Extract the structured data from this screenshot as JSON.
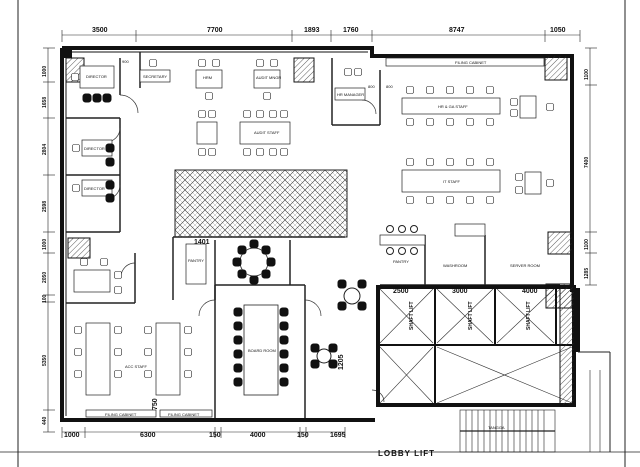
{
  "dimensions": {
    "top": [
      "3500",
      "7700",
      "1893",
      "1760",
      "8747",
      "1050"
    ],
    "top_small": [
      "900",
      "800",
      "800"
    ],
    "left": [
      "1000",
      "1658",
      "2804",
      "2598",
      "1000",
      "2050",
      "100",
      "5350",
      "440"
    ],
    "right": [
      "1100",
      "7400",
      "1100",
      "1285"
    ],
    "bottom": [
      "1000",
      "6300",
      "150",
      "4000",
      "150",
      "1695"
    ],
    "misc": [
      "1401",
      "2500",
      "3000",
      "4000",
      "1205",
      "750"
    ]
  },
  "rooms": {
    "director_top": "DIRECTOR",
    "secretary": "SECRETARY",
    "hrm": "HRM",
    "audit_mngr": "AUDIT MNGR",
    "hr_manager": "HR MANAGER",
    "filing_cabinet_top": "FILING CABINET",
    "hr_ga_staff": "HR & GA STAFF",
    "director_2": "DIRECTOR",
    "director_3": "DIRECTOR",
    "audit_staff": "AUDIT STAFF",
    "it_staff": "IT STAFF",
    "pantry_small": "PANTRY",
    "pantry": "PANTRY",
    "washroom": "WASHROOM",
    "server_room": "SERVER ROOM",
    "boardroom": "BOARD ROOM",
    "acc_staff": "ACC STAFF",
    "filing_cabinet_left": "FILING CABINET",
    "filing_cabinet_right": "FILING CABINET",
    "shaft_lift_1": "SHAFT LIFT",
    "shaft_lift_2": "SHAFT LIFT",
    "shaft_lift_3": "SHAFT LIFT",
    "lobby_lift": "LOBBY LIFT",
    "stair_label": "TANGGA"
  }
}
